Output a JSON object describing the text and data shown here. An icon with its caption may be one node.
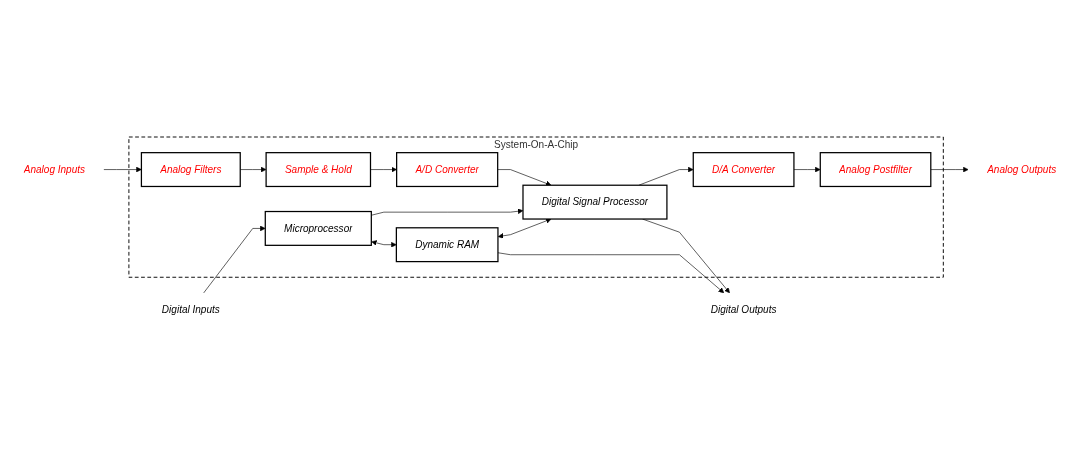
{
  "diagram": {
    "nodes": [
      {
        "text": [
          "System-On-A-Chip"
        ]
      },
      {
        "text": [
          "Analog Inputs"
        ]
      },
      {
        "text": [
          "Analog Filters"
        ],
        "in": 0
      },
      {
        "text": [
          "Sample & Hold"
        ],
        "in": 0
      },
      {
        "text": [
          "A/D Converter"
        ],
        "in": 0
      },
      {
        "text": [
          "Digital Inputs"
        ]
      },
      {
        "text": [
          "Microprocessor"
        ],
        "in": 0
      },
      {
        "text": [
          "Dynamic RAM"
        ],
        "in": 0
      },
      {
        "text": [
          "Digital Signal Processor"
        ],
        "in": 0
      },
      {
        "text": [
          "Digital Outputs"
        ]
      },
      {
        "text": [
          "D/A Converter"
        ],
        "in": 0
      },
      {
        "text": [
          "Analog Postfilter"
        ],
        "in": 0
      },
      {
        "text": [
          "Analog Outputs"
        ]
      }
    ],
    "edges": [
      {
        "from": 1,
        "to": 2,
        "arrow": "to"
      },
      {
        "from": 2,
        "to": 3,
        "arrow": "to"
      },
      {
        "from": 3,
        "to": 4,
        "arrow": "to"
      },
      {
        "from": 4,
        "to": 8,
        "arrow": "to"
      },
      {
        "from": 6,
        "to": 8,
        "arrow": "to"
      },
      {
        "from": 5,
        "to": 6,
        "arrow": "to"
      },
      {
        "from": 6,
        "to": 7,
        "arrow": "both"
      },
      {
        "from": 7,
        "to": 8,
        "arrow": "both"
      },
      {
        "from": 8,
        "to": 9,
        "arrow": "to"
      },
      {
        "from": 7,
        "to": 9,
        "arrow": "to"
      },
      {
        "from": 8,
        "to": 10,
        "arrow": "to"
      },
      {
        "from": 10,
        "to": 11,
        "arrow": "to"
      },
      {
        "from": 11,
        "to": 12,
        "arrow": "to"
      }
    ]
  }
}
